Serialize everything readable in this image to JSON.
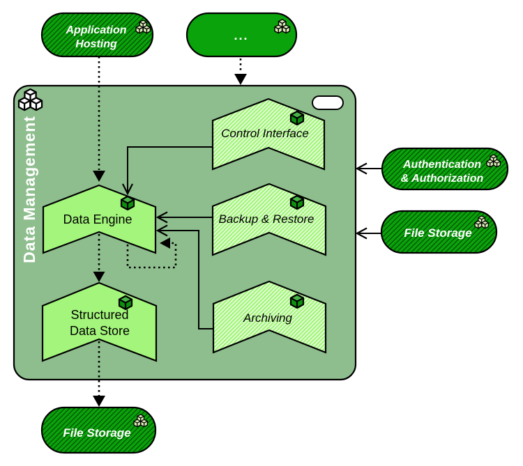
{
  "container": {
    "title": "Data Management"
  },
  "externals": {
    "application_hosting": {
      "line1": "Application",
      "line2": "Hosting"
    },
    "ellipsis": {
      "label": "..."
    },
    "authentication": {
      "line1": "Authentication",
      "line2": "& Authorization"
    },
    "file_storage_right": {
      "label": "File Storage"
    },
    "file_storage_bottom": {
      "label": "File Storage"
    }
  },
  "components": {
    "control_interface": {
      "label": "Control Interface"
    },
    "data_engine": {
      "label": "Data Engine"
    },
    "backup_restore": {
      "label": "Backup & Restore"
    },
    "archiving": {
      "label": "Archiving"
    },
    "structured_data_store": {
      "line1": "Structured",
      "line2": "Data Store"
    }
  },
  "icons": {
    "container_badge": "three-cubes-icon",
    "external_badge": "three-cubes-icon",
    "component_badge": "cube-icon"
  },
  "colors": {
    "background": "#ffffff",
    "container_fill": "#8ebe8e",
    "component_fill": "#a3f57b",
    "component_hatch": "#ffffff",
    "external_fill": "#0aa30b",
    "external_hatch": "#054d05",
    "outline": "#000000",
    "text_light": "#ffffff",
    "text_dark": "#000000",
    "tricube_fill": "#ddeeba"
  }
}
